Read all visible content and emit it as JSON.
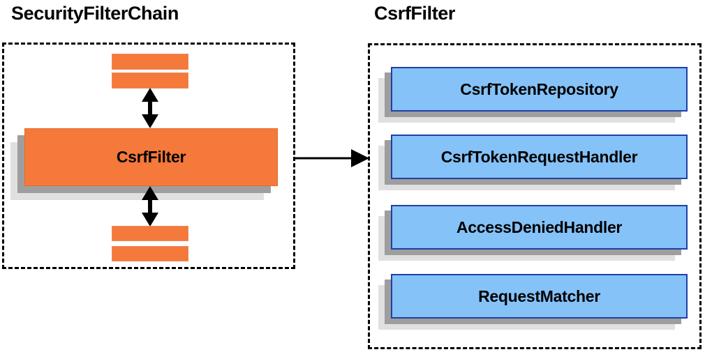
{
  "diagram": {
    "type": "component-relationship-diagram",
    "colors": {
      "orange_fill": "#f4793b",
      "blue_fill": "#85c2f7",
      "blue_border": "#1f3fa8",
      "shadow_near": "#9e9e9e",
      "shadow_far": "#e0e0e0",
      "outline": "#000000",
      "background": "#ffffff"
    }
  },
  "left_panel": {
    "title": "SecurityFilterChain",
    "container_style": "dashed-rectangle",
    "filters_above": [
      {
        "label": ""
      },
      {
        "label": ""
      }
    ],
    "highlighted_filter": {
      "label": "CsrfFilter"
    },
    "filters_below": [
      {
        "label": ""
      },
      {
        "label": ""
      }
    ],
    "connectors": [
      {
        "name": "filter-chain-up-arrow",
        "direction": "bidirectional-vertical"
      },
      {
        "name": "filter-chain-down-arrow",
        "direction": "bidirectional-vertical"
      }
    ]
  },
  "cross_panel_connector": {
    "name": "expansion-arrow",
    "direction": "right",
    "from": "CsrfFilter",
    "to": "CsrfFilter detail panel"
  },
  "right_panel": {
    "title": "CsrfFilter",
    "container_style": "dashed-rectangle",
    "collaborators": [
      {
        "label": "CsrfTokenRepository"
      },
      {
        "label": "CsrfTokenRequestHandler"
      },
      {
        "label": "AccessDeniedHandler"
      },
      {
        "label": "RequestMatcher"
      }
    ]
  }
}
